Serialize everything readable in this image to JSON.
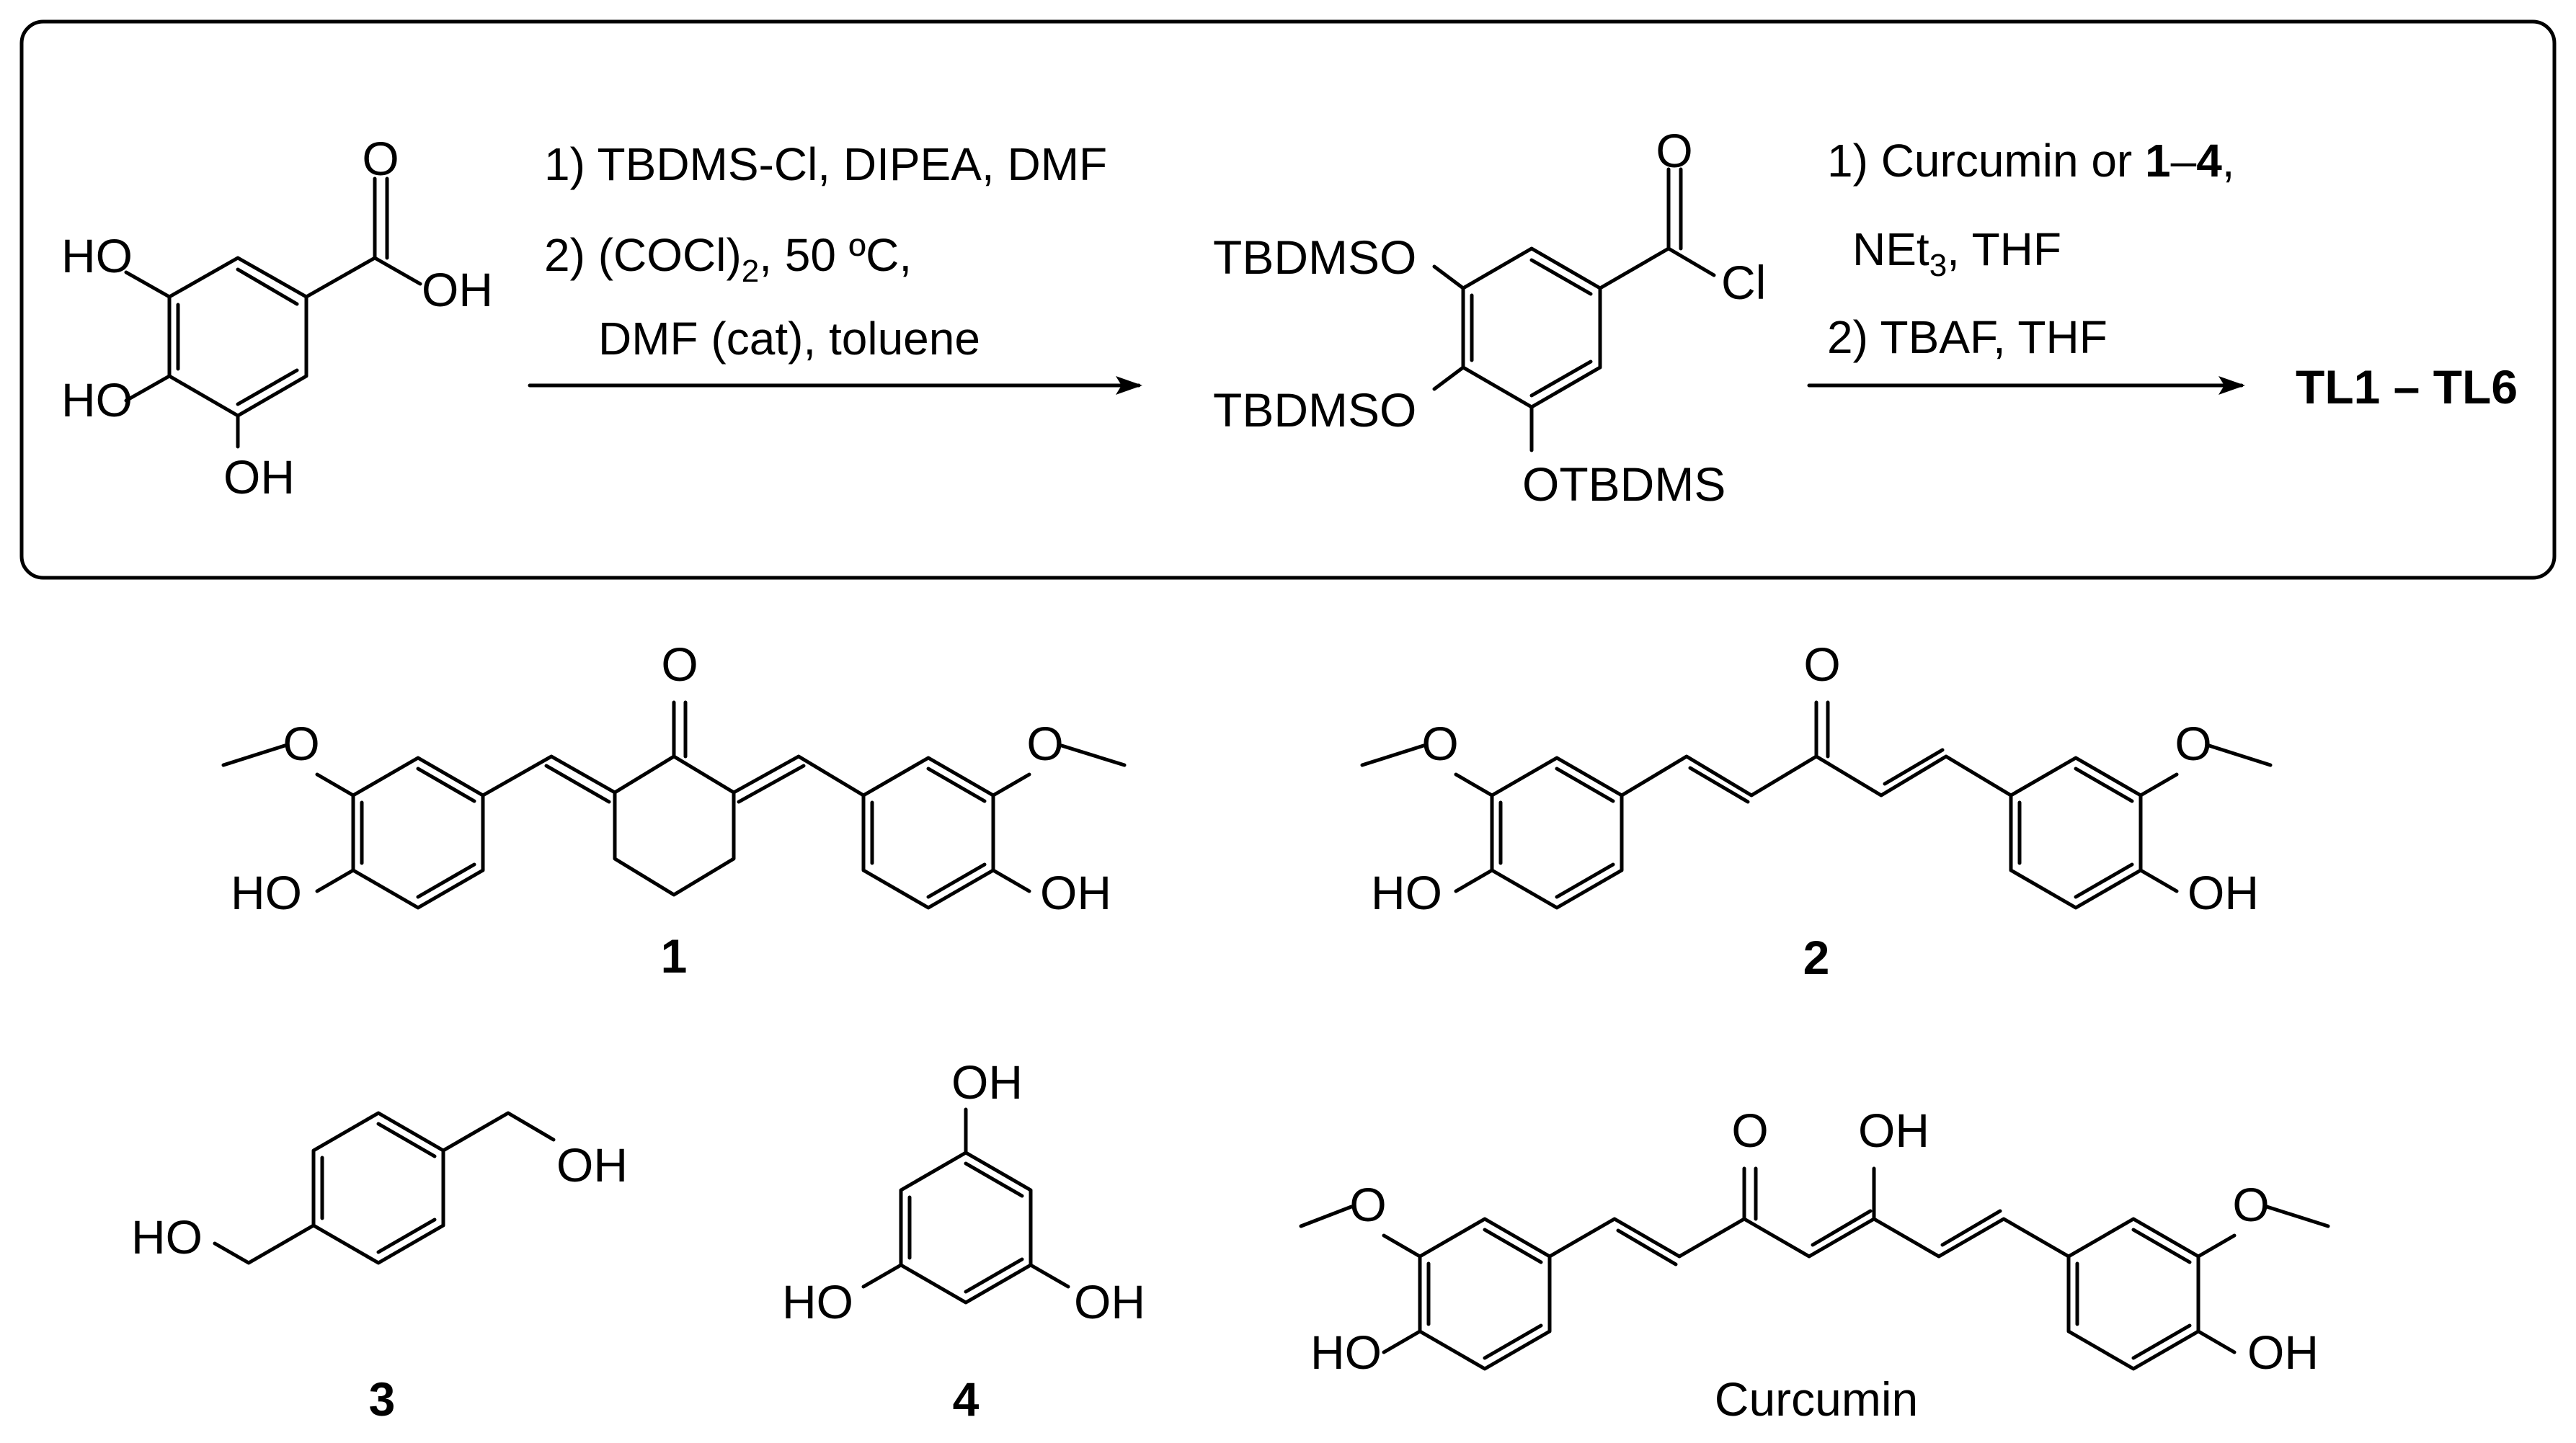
{
  "reaction": {
    "step1": {
      "line1": "1)  TBDMS-Cl, DIPEA, DMF",
      "line2_pre": "2) (COCl)",
      "line2_sub": "2",
      "line2_post": ", 50 ºC,",
      "line3": "DMF (cat), toluene"
    },
    "step2": {
      "line1_pre": "1) Curcumin or ",
      "line1_bold": "1",
      "line1_dash": "–",
      "line1_bold2": "4",
      "line1_post": ",",
      "line2_pre": "NEt",
      "line2_sub": "3",
      "line2_post": ", THF",
      "line3": "2) TBAF, THF"
    },
    "product": "TL1 – TL6"
  },
  "labels": {
    "O": "O",
    "OH": "OH",
    "HO": "HO",
    "Cl": "Cl",
    "TBDMSO": "TBDMSO",
    "OTBDMS": "OTBDMS"
  },
  "compounds": {
    "c1": "1",
    "c2": "2",
    "c3": "3",
    "c4": "4",
    "curcumin": "Curcumin"
  }
}
